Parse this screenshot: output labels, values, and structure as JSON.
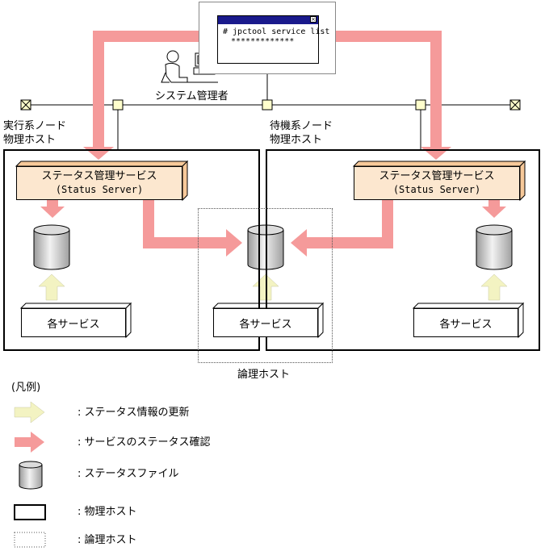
{
  "terminal": {
    "command": "# jpctool service list",
    "output": "*************"
  },
  "admin_label": "システム管理者",
  "active_node": {
    "line1": "実行系ノード",
    "line2": "物理ホスト"
  },
  "standby_node": {
    "line1": "待機系ノード",
    "line2": "物理ホスト"
  },
  "status_server": {
    "title": "ステータス管理サービス",
    "subtitle": "(Status Server)"
  },
  "service_label": "各サービス",
  "logical_host_label": "論理ホスト",
  "legend": {
    "title": "(凡例)",
    "items": [
      {
        "icon": "light-arrow-icon",
        "label": ": ステータス情報の更新"
      },
      {
        "icon": "pink-arrow-icon",
        "label": ": サービスのステータス確認"
      },
      {
        "icon": "cylinder-icon",
        "label": ": ステータスファイル"
      },
      {
        "icon": "solid-box-icon",
        "label": ": 物理ホスト"
      },
      {
        "icon": "dotted-box-icon",
        "label": ": 論理ホスト"
      }
    ]
  },
  "colors": {
    "status_check_arrow": "#f59a9a",
    "status_update_arrow": "#f3f3c2",
    "status_server_fill": "#fce7cf",
    "titlebar": "#1a1a8c"
  }
}
